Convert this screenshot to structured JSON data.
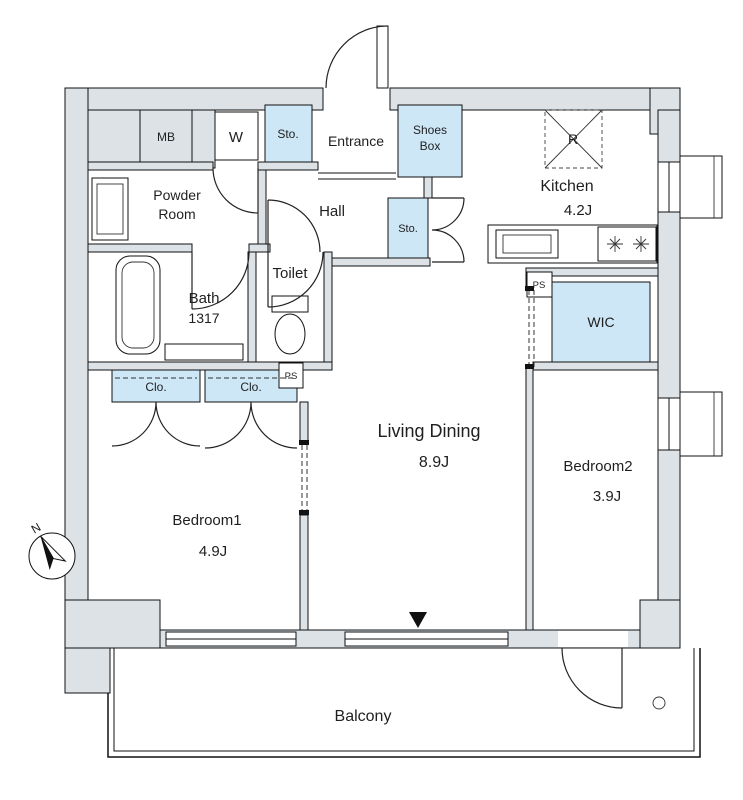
{
  "colors": {
    "wall": "#dce2e6",
    "storage": "#cde7f7",
    "line": "#111111",
    "text": "#1f1f1f"
  },
  "labels": {
    "mb": "MB",
    "washer": "W",
    "sto_top": "Sto.",
    "entrance": "Entrance",
    "shoes_box_1": "Shoes",
    "shoes_box_2": "Box",
    "fridge": "R",
    "kitchen": "Kitchen",
    "kitchen_size": "4.2J",
    "powder_1": "Powder",
    "powder_2": "Room",
    "hall": "Hall",
    "sto_hall": "Sto.",
    "bath": "Bath",
    "bath_size": "1317",
    "toilet": "Toilet",
    "ps_left": "PS",
    "ps_right": "PS",
    "wic": "WIC",
    "clo_left": "Clo.",
    "clo_right": "Clo.",
    "living": "Living Dining",
    "living_size": "8.9J",
    "bedroom1": "Bedroom1",
    "bedroom1_size": "4.9J",
    "bedroom2": "Bedroom2",
    "bedroom2_size": "3.9J",
    "balcony": "Balcony",
    "compass_north": "N"
  }
}
